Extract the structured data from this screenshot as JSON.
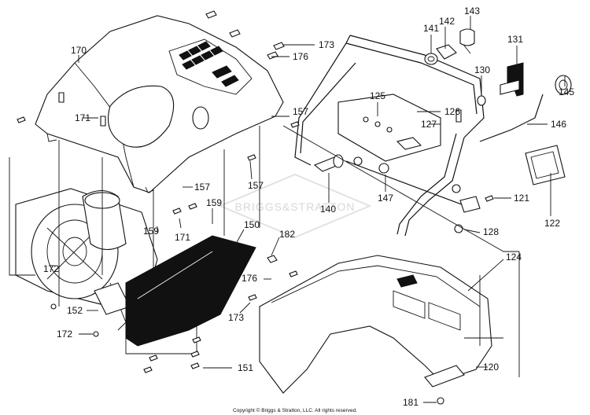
{
  "diagram": {
    "watermark": "BRIGGS&STRATTON",
    "copyright": "Copyright © Briggs & Stratton, LLC. All rights reserved.",
    "callouts": [
      "173",
      "176",
      "141",
      "142",
      "143",
      "131",
      "130",
      "145",
      "146",
      "170",
      "157",
      "125",
      "126",
      "127",
      "171",
      "157",
      "157",
      "121",
      "140",
      "147",
      "159",
      "150",
      "182",
      "128",
      "122",
      "159",
      "171",
      "172",
      "124",
      "176",
      "152",
      "173",
      "172",
      "151",
      "120",
      "181"
    ]
  }
}
